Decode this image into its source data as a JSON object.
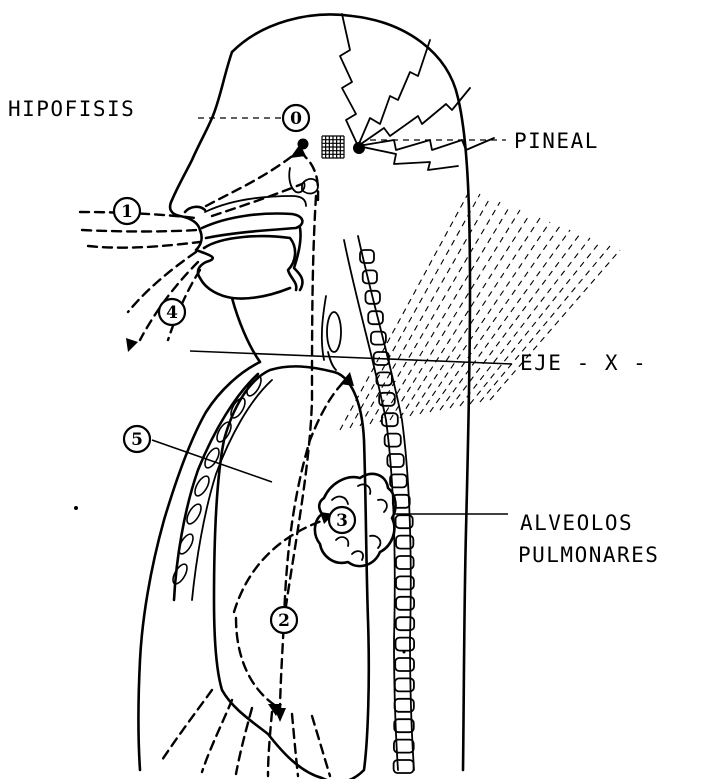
{
  "labels": {
    "hipofisis": "HIPOFISIS",
    "pineal": "PINEAL",
    "eje": "EJE - X -",
    "alveolos_line1": "ALVEOLOS",
    "alveolos_line2": "PULMONARES"
  },
  "markers": [
    "0",
    "1",
    "2",
    "3",
    "4",
    "5"
  ],
  "colors": {
    "ink": "#000000",
    "paper": "#ffffff"
  }
}
